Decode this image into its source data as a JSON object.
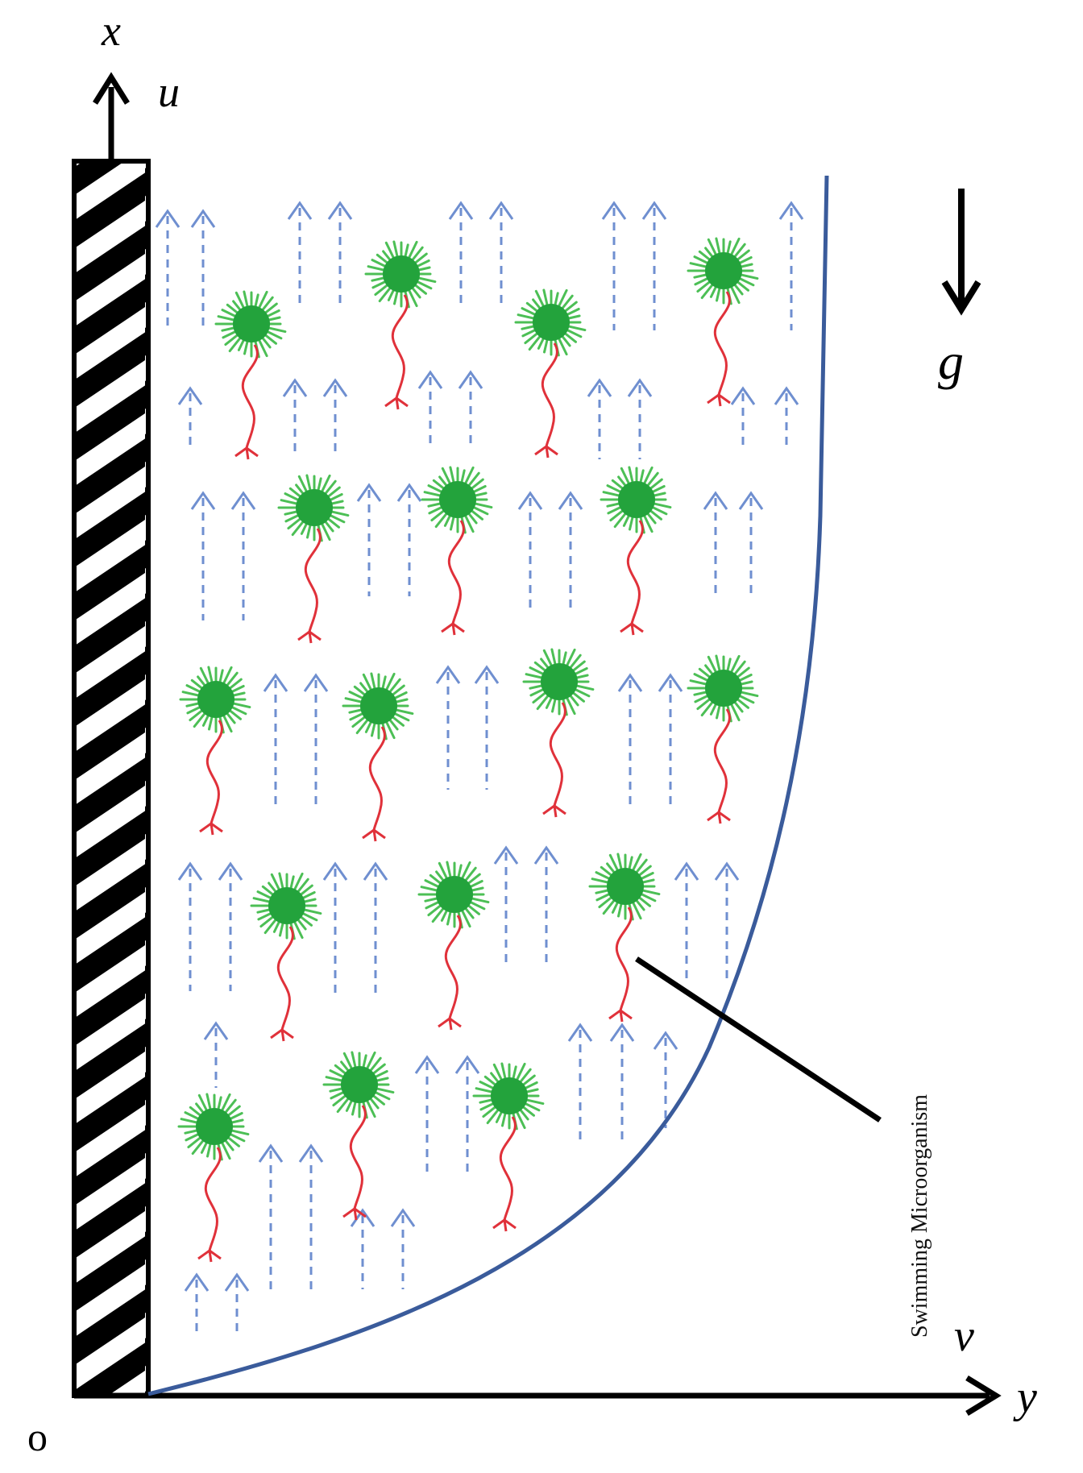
{
  "labels": {
    "x_axis": "x",
    "u_velocity": "u",
    "y_axis": "y",
    "v_velocity": "v",
    "origin": "o",
    "gravity": "g",
    "microorganism": "Swimming Microorganism"
  },
  "colors": {
    "wall": "#000000",
    "profile": "#3a5b9b",
    "flow_arrow": "#6f8fd0",
    "cell_body": "#23a33c",
    "cell_fringe": "#4cbf55",
    "flagellum": "#e0313a",
    "axis": "#000000"
  }
}
